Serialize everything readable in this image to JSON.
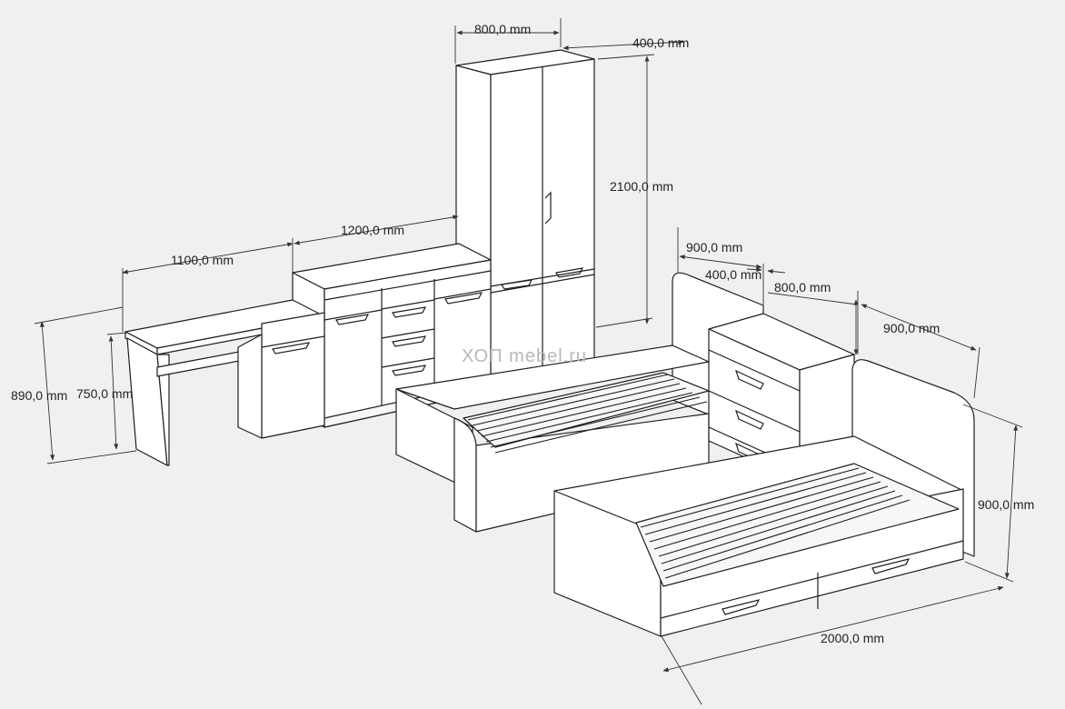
{
  "watermark": "ХОП mebel.ru",
  "dimensions": {
    "wardrobe_width": "800,0 mm",
    "wardrobe_depth": "400,0 mm",
    "wardrobe_height": "2100,0 mm",
    "cabinet_width": "1200,0 mm",
    "desk_width": "1100,0 mm",
    "desk_total_height": "890,0 mm",
    "desk_top_height": "750,0 mm",
    "dresser_width": "900,0 mm",
    "dresser_depth": "400,0 mm",
    "dresser_height": "800,0 mm",
    "bed_width": "900,0 mm",
    "bed_headboard_height": "900,0 mm",
    "bed_length": "2000,0 mm"
  },
  "colors": {
    "background": "#f0f0f0",
    "panel": "#ffffff",
    "line": "#1e1e1e",
    "watermark": "#b9b9b9"
  }
}
